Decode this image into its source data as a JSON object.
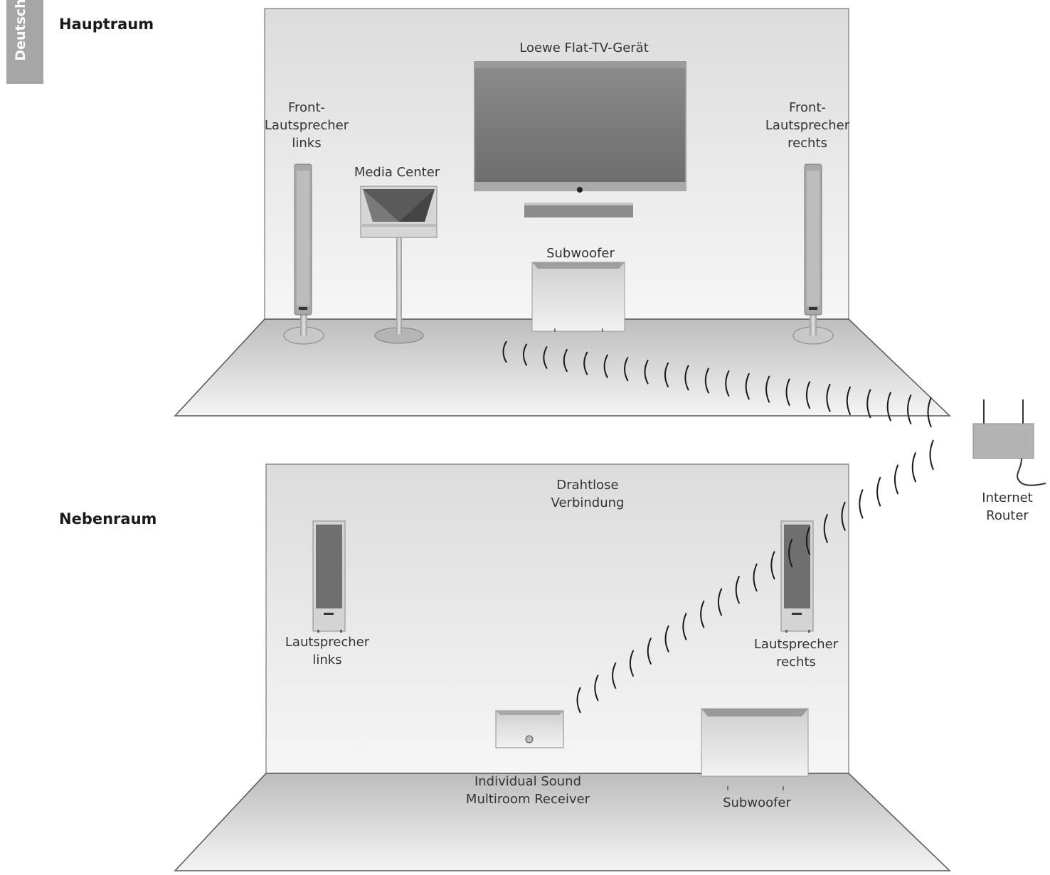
{
  "side_tab": {
    "label": "Deutsch"
  },
  "rooms": {
    "main": {
      "heading": "Hauptraum",
      "tv": "Loewe Flat-TV-Gerät",
      "front_left": [
        "Front-",
        "Lautsprecher",
        "links"
      ],
      "front_right": [
        "Front-",
        "Lautsprecher",
        "rechts"
      ],
      "media_center": "Media Center",
      "subwoofer": "Subwoofer"
    },
    "secondary": {
      "heading": "Nebenraum",
      "wireless": [
        "Drahtlose",
        "Verbindung"
      ],
      "speaker_left": [
        "Lautsprecher",
        "links"
      ],
      "speaker_right": [
        "Lautsprecher",
        "rechts"
      ],
      "receiver": [
        "Individual Sound",
        "Multiroom Receiver"
      ],
      "subwoofer": "Subwoofer"
    }
  },
  "router": {
    "label": [
      "Internet",
      "Router"
    ]
  }
}
